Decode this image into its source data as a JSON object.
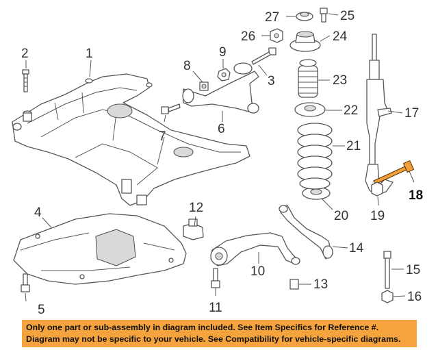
{
  "callouts": [
    {
      "id": "c1",
      "text": "1"
    },
    {
      "id": "c2",
      "text": "2"
    },
    {
      "id": "c3",
      "text": "3"
    },
    {
      "id": "c4",
      "text": "4"
    },
    {
      "id": "c5",
      "text": "5"
    },
    {
      "id": "c6",
      "text": "6"
    },
    {
      "id": "c7",
      "text": "7"
    },
    {
      "id": "c8",
      "text": "8"
    },
    {
      "id": "c9",
      "text": "9"
    },
    {
      "id": "c10",
      "text": "10"
    },
    {
      "id": "c11",
      "text": "11"
    },
    {
      "id": "c12",
      "text": "12"
    },
    {
      "id": "c13",
      "text": "13"
    },
    {
      "id": "c14",
      "text": "14"
    },
    {
      "id": "c15",
      "text": "15"
    },
    {
      "id": "c16",
      "text": "16"
    },
    {
      "id": "c17",
      "text": "17"
    },
    {
      "id": "c18",
      "text": "18"
    },
    {
      "id": "c19",
      "text": "19"
    },
    {
      "id": "c20",
      "text": "20"
    },
    {
      "id": "c21",
      "text": "21"
    },
    {
      "id": "c22",
      "text": "22"
    },
    {
      "id": "c23",
      "text": "23"
    },
    {
      "id": "c24",
      "text": "24"
    },
    {
      "id": "c25",
      "text": "25"
    },
    {
      "id": "c26",
      "text": "26"
    },
    {
      "id": "c27",
      "text": "27"
    }
  ],
  "highlighted_part": "18",
  "colors": {
    "highlight": "#f3a03a",
    "notice_bg": "#f5a33d",
    "line": "#555555"
  },
  "notice": {
    "line1": "Only one part or sub-assembly in diagram included. See Item Specifics for Reference #.",
    "line2": "Diagram may not be specific to your vehicle. See Compatibility for vehicle-specific diagrams."
  }
}
